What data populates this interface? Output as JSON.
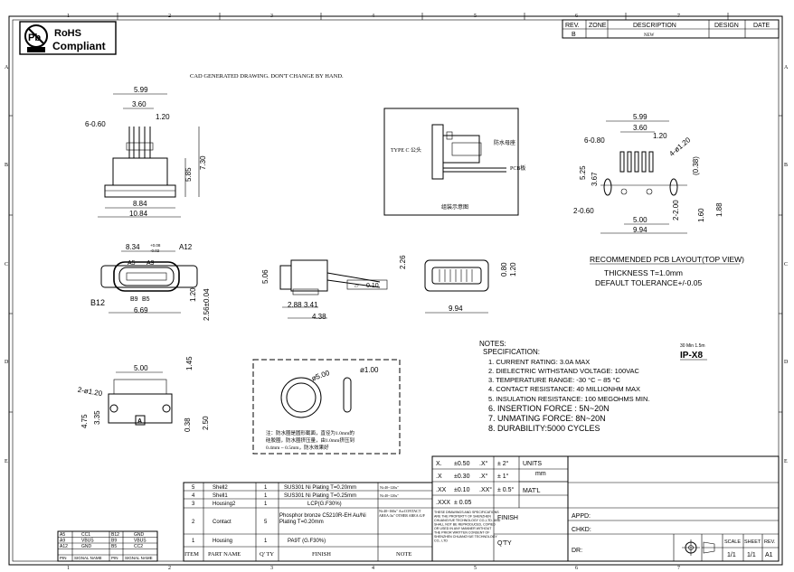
{
  "border": {
    "top_cols": [
      "1",
      "2",
      "3",
      "4",
      "5",
      "6",
      "7"
    ],
    "rows": [
      "A",
      "B",
      "C",
      "D",
      "E"
    ]
  },
  "rohs": {
    "line1": "RoHS",
    "line2": "Compliant"
  },
  "revision": {
    "headers": [
      "REV.",
      "ZONE",
      "DESCRIPTION",
      "DESIGN",
      "DATE"
    ],
    "row": {
      "rev": "B",
      "zone": "",
      "description": "NEW",
      "design": "",
      "date": ""
    }
  },
  "cad_note": "CAD GENERATED DRAWING. DON'T CHANGE BY HAND.",
  "front_view": {
    "dim_top": "5.99",
    "dim_pitch": "3.60",
    "dim_pin": "1.20",
    "dim_side": "6-0.60",
    "dim_h1": "5.85",
    "dim_h2": "7.30",
    "dim_w1": "8.84",
    "dim_w2": "10.84"
  },
  "assembly": {
    "type_c": "TYPE C 公头",
    "seal": "防水母座",
    "pcb": "PCB板",
    "caption": "组装示意图"
  },
  "pcb_layout": {
    "dim_top": "5.99",
    "dim_mid": "3.60",
    "dim_pin": "1.20",
    "dim_rows": "6-0.80",
    "dim_diag": "4-ø1.20",
    "dim_left": "5.25",
    "dim_left2": "3.67",
    "dim_hole": "2-0.60",
    "dim_slot": "(0.38)",
    "dim_span": "5.00",
    "dim_width": "9.94",
    "dim_slot_w": "2-2.00",
    "dim_v1": "1.60",
    "dim_v2": "1.88",
    "title": "RECOMMENDED PCB LAYOUT(TOP VIEW)",
    "thickness": "THICKNESS T=1.0mm",
    "tolerance": "DEFAULT TOLERANCE+/-0.05"
  },
  "end_view": {
    "dim_w": "8.34",
    "dim_w_tol_up": "+0.08",
    "dim_w_tol_dn": "-0.02",
    "a12": "A12",
    "a5": "A5",
    "a9": "A9",
    "b12": "B12",
    "b9": "B9",
    "b5": "B5",
    "dim_b": "6.69",
    "dim_h": "1.20",
    "dim_h2": "2.56±0.04"
  },
  "side_view": {
    "dim_h": "5.06",
    "dim_top": "2.26",
    "dim_a": "2.88",
    "dim_b": "3.41",
    "dim_c": "4.38",
    "flatness": "0.10"
  },
  "right_view": {
    "dim_w": "9.94",
    "dim_a": "0.80",
    "dim_b": "1.20"
  },
  "bottom_view": {
    "dim_w": "5.00",
    "dim_t": "1.45",
    "dim_hole": "2-ø1.20",
    "dim_v1": "4.75",
    "dim_v2": "3.35",
    "dim_r1": "0.38",
    "dim_r2": "2.50"
  },
  "seal_detail": {
    "dim_outer": "ø5.00",
    "dim_cs": "ø1.00",
    "note1": "注：防水圈是圆形截面，直径为1.0mm的",
    "note2": "硅胶圈，防水圈挤压量，由1.0mm挤压到",
    "note3": "0.4mm ~ 0.5mm，防水效果好"
  },
  "notes": {
    "title": "NOTES:",
    "spec": "SPECIFICATION:",
    "items": [
      "1. CURRENT RATING: 3.0A MAX",
      "2. DIELECTRIC WITHSTAND VOLTAGE: 100VAC",
      "3. TEMPERATURE RANGE: -30 °C ~ 85 °C",
      "4. CONTACT RESISTANCE: 40 MILLIONHM MAX",
      "5. INSULATION RESISTANCE: 100 MEGOHMS MIN.",
      "6.  INSERTION FORCE : 5N~20N",
      "7.  UNMATING FORCE: 8N~20N",
      "8. DURABILITY:5000  CYCLES"
    ],
    "ip_small": "30 Min 1.5m",
    "ip": "IP-X8"
  },
  "tolerances": {
    "rows": [
      [
        "X.",
        "±0.50",
        ".X°",
        "± 2°"
      ],
      [
        ".X",
        "±0.30",
        ".X°",
        "± 1°"
      ],
      [
        ".XX",
        "±0.10",
        ".XX°",
        "± 0.5°"
      ],
      [
        ".XXX",
        "± 0.05",
        "",
        ""
      ]
    ],
    "units": "UNITS",
    "units_val": "mm",
    "matl": "MAT'L",
    "finish": "FINISH",
    "qty": "Q'TY",
    "appd": "APPD:",
    "chkd": "CHKD:",
    "dr": "DR:",
    "scale": "SCALE",
    "sheet": "SHEET",
    "rev": "REV.",
    "scale_val": "1/1",
    "sheet_val": "1/1",
    "rev_val": "A1",
    "copyright": [
      "THESE DRAWINGS AND SPECIFICATIONS",
      "ARE THE PROPERTY OF SHENZHEN",
      "CHUANGYUE TECHNOLOGY CO.,LTD. AND",
      "SHALL NOT BE REPRODUCED, COPIED",
      "OR USED IN ANY MANNER WITHOUT",
      "THE PRIOR WRITTEN CONSENT OF",
      "SHENZHEN CHUANGYUE TECHNOLOGY",
      "CO., LTD"
    ]
  },
  "bom": {
    "headers": [
      "ITEM",
      "PART  NAME",
      "Q' TY",
      "FINISH",
      "NOTE"
    ],
    "rows": [
      {
        "item": "5",
        "name": "Shell2",
        "qty": "1",
        "finish": "SUS301  Ni   Plating  T=0.20mm",
        "note": "Ni:40~120u\""
      },
      {
        "item": "4",
        "name": "Shell1",
        "qty": "1",
        "finish": "SUS301  Ni   Plating  T=0.25mm",
        "note": "Ni:40~120u\""
      },
      {
        "item": "3",
        "name": "Housing2",
        "qty": "1",
        "finish": "LCP(G.F30%)",
        "note": ""
      },
      {
        "item": "2",
        "name": "Contact",
        "qty": "5",
        "finish": "Phosphor bronze  C5210R-EH  Au/Ni  Plating   T=0.20mm",
        "note": "Ni:40~160u\" Au:CONTACT AREA:3u\" OTHER AREA:G/F"
      },
      {
        "item": "1",
        "name": "Housing",
        "qty": "1",
        "finish": "PA9T (G.F30%)",
        "note": ""
      }
    ]
  },
  "signals": {
    "headers": [
      "PIN",
      "SIGNAL NAME",
      "PIN",
      "SIGNAL NAME"
    ],
    "rows": [
      [
        "A5",
        "CC1",
        "B12",
        "GND"
      ],
      [
        "A9",
        "VBUS",
        "B9",
        "VBUS"
      ],
      [
        "A12",
        "GND",
        "B5",
        "CC2"
      ]
    ]
  }
}
